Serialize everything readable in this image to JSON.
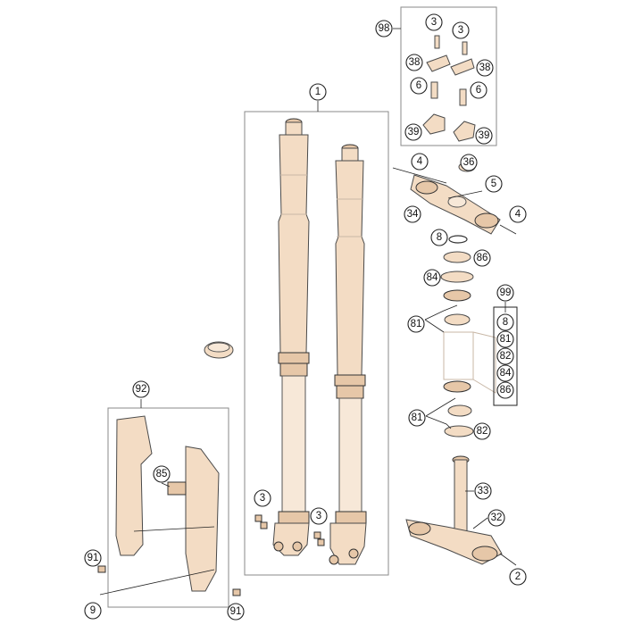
{
  "callouts": {
    "c1": "1",
    "c98": "98",
    "c3a": "3",
    "c3b": "3",
    "c38a": "38",
    "c38b": "38",
    "c6a": "6",
    "c6b": "6",
    "c39a": "39",
    "c39b": "39",
    "c4a": "4",
    "c36": "36",
    "c5": "5",
    "c34": "34",
    "c4b": "4",
    "c8": "8",
    "c86": "86",
    "c84": "84",
    "c81a": "81",
    "c81b": "81",
    "c82": "82",
    "c99": "99",
    "c92": "92",
    "c85": "85",
    "c3c": "3",
    "c3d": "3",
    "c33": "33",
    "c32": "32",
    "c2": "2",
    "c91a": "91",
    "c91b": "91",
    "c9": "9"
  },
  "kit99_items": [
    "8",
    "81",
    "82",
    "84",
    "86"
  ]
}
